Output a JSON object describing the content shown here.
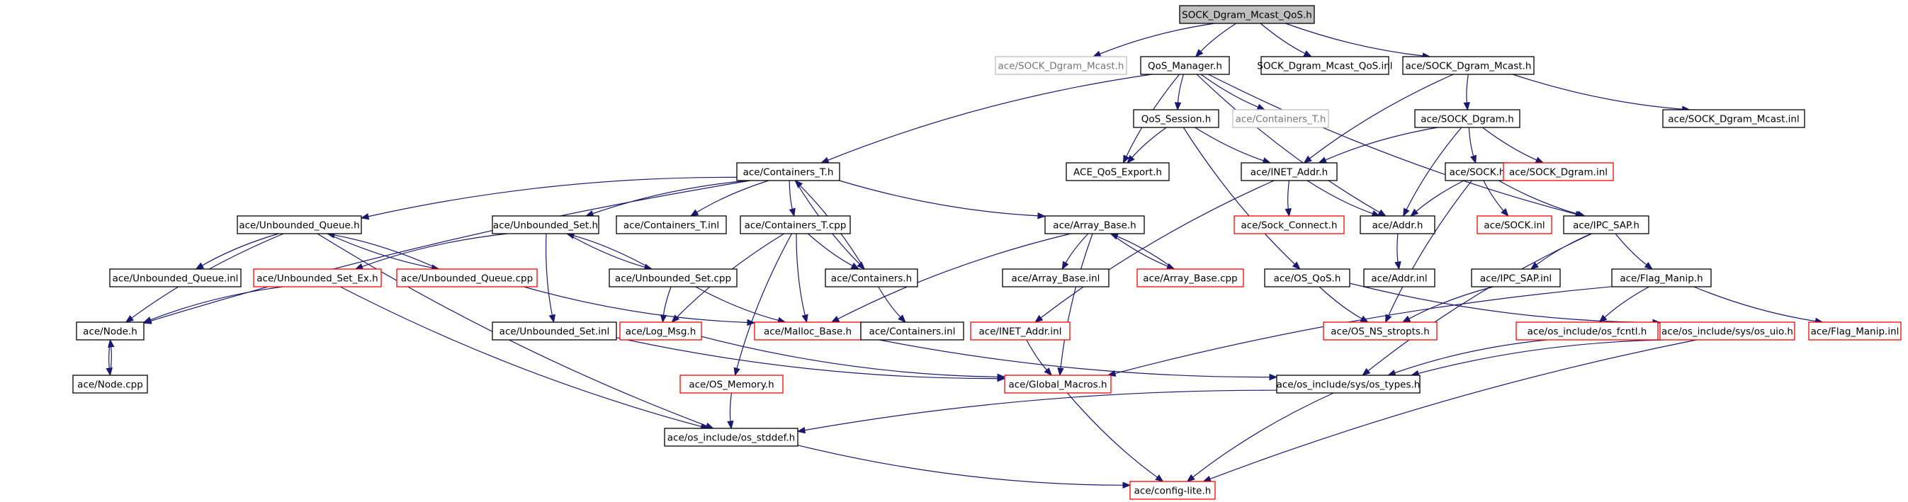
{
  "diagram": {
    "title": "",
    "colors": {
      "edge": "#191970",
      "normal_border": "#000000",
      "missing_border": "#c0c0c0",
      "truncated_border": "#ff0000",
      "root_fill": "#bfbfbf",
      "default_fill": "#ffffff"
    },
    "nodes": [
      {
        "id": "root",
        "label": "SOCK_Dgram_Mcast_QoS.h",
        "kind": "root"
      },
      {
        "id": "sdm_h_gray",
        "label": "ace/SOCK_Dgram_Mcast.h",
        "kind": "missing"
      },
      {
        "id": "qos_manager",
        "label": "QoS_Manager.h",
        "kind": "normal"
      },
      {
        "id": "sdmq_inl",
        "label": "SOCK_Dgram_Mcast_QoS.inl",
        "kind": "normal"
      },
      {
        "id": "sdm_h",
        "label": "ace/SOCK_Dgram_Mcast.h",
        "kind": "normal"
      },
      {
        "id": "qos_session",
        "label": "QoS_Session.h",
        "kind": "normal"
      },
      {
        "id": "containers_t_gray",
        "label": "ace/Containers_T.h",
        "kind": "missing"
      },
      {
        "id": "sock_dgram_h",
        "label": "ace/SOCK_Dgram.h",
        "kind": "normal"
      },
      {
        "id": "sdm_inl",
        "label": "ace/SOCK_Dgram_Mcast.inl",
        "kind": "normal"
      },
      {
        "id": "containers_t",
        "label": "ace/Containers_T.h",
        "kind": "normal"
      },
      {
        "id": "ace_qos_export",
        "label": "ACE_QoS_Export.h",
        "kind": "normal"
      },
      {
        "id": "inet_addr_h",
        "label": "ace/INET_Addr.h",
        "kind": "normal"
      },
      {
        "id": "sock_h",
        "label": "ace/SOCK.h",
        "kind": "normal"
      },
      {
        "id": "sock_dgram_inl",
        "label": "ace/SOCK_Dgram.inl",
        "kind": "truncated"
      },
      {
        "id": "ubq_h",
        "label": "ace/Unbounded_Queue.h",
        "kind": "normal"
      },
      {
        "id": "ubs_h",
        "label": "ace/Unbounded_Set.h",
        "kind": "normal"
      },
      {
        "id": "containers_t_inl",
        "label": "ace/Containers_T.inl",
        "kind": "normal"
      },
      {
        "id": "containers_t_cpp",
        "label": "ace/Containers_T.cpp",
        "kind": "normal"
      },
      {
        "id": "array_base_h",
        "label": "ace/Array_Base.h",
        "kind": "normal"
      },
      {
        "id": "sock_connect_h",
        "label": "ace/Sock_Connect.h",
        "kind": "truncated"
      },
      {
        "id": "addr_h",
        "label": "ace/Addr.h",
        "kind": "normal"
      },
      {
        "id": "sock_inl",
        "label": "ace/SOCK.inl",
        "kind": "truncated"
      },
      {
        "id": "ipc_sap_h",
        "label": "ace/IPC_SAP.h",
        "kind": "normal"
      },
      {
        "id": "ubq_inl",
        "label": "ace/Unbounded_Queue.inl",
        "kind": "normal"
      },
      {
        "id": "ubs_ex_h",
        "label": "ace/Unbounded_Set_Ex.h",
        "kind": "truncated"
      },
      {
        "id": "ubq_cpp",
        "label": "ace/Unbounded_Queue.cpp",
        "kind": "truncated"
      },
      {
        "id": "ubs_cpp",
        "label": "ace/Unbounded_Set.cpp",
        "kind": "normal"
      },
      {
        "id": "containers_h",
        "label": "ace/Containers.h",
        "kind": "normal"
      },
      {
        "id": "array_base_inl",
        "label": "ace/Array_Base.inl",
        "kind": "normal"
      },
      {
        "id": "array_base_cpp",
        "label": "ace/Array_Base.cpp",
        "kind": "truncated"
      },
      {
        "id": "addr_inl",
        "label": "ace/Addr.inl",
        "kind": "normal"
      },
      {
        "id": "os_qos_h",
        "label": "ace/OS_QoS.h",
        "kind": "normal"
      },
      {
        "id": "ipc_sap_inl",
        "label": "ace/IPC_SAP.inl",
        "kind": "normal"
      },
      {
        "id": "flag_manip_h",
        "label": "ace/Flag_Manip.h",
        "kind": "normal"
      },
      {
        "id": "node_h",
        "label": "ace/Node.h",
        "kind": "normal"
      },
      {
        "id": "ubs_inl",
        "label": "ace/Unbounded_Set.inl",
        "kind": "normal"
      },
      {
        "id": "log_msg_h",
        "label": "ace/Log_Msg.h",
        "kind": "truncated"
      },
      {
        "id": "malloc_base_h",
        "label": "ace/Malloc_Base.h",
        "kind": "truncated"
      },
      {
        "id": "containers_inl",
        "label": "ace/Containers.inl",
        "kind": "normal"
      },
      {
        "id": "inet_addr_inl",
        "label": "ace/INET_Addr.inl",
        "kind": "truncated"
      },
      {
        "id": "os_ns_stropts_h",
        "label": "ace/OS_NS_stropts.h",
        "kind": "truncated"
      },
      {
        "id": "os_fcntl_h",
        "label": "ace/os_include/os_fcntl.h",
        "kind": "truncated"
      },
      {
        "id": "os_uio_h",
        "label": "ace/os_include/sys/os_uio.h",
        "kind": "truncated"
      },
      {
        "id": "flag_manip_inl",
        "label": "ace/Flag_Manip.inl",
        "kind": "truncated"
      },
      {
        "id": "node_cpp",
        "label": "ace/Node.cpp",
        "kind": "normal"
      },
      {
        "id": "os_memory_h",
        "label": "ace/OS_Memory.h",
        "kind": "truncated"
      },
      {
        "id": "global_macros_h",
        "label": "ace/Global_Macros.h",
        "kind": "truncated"
      },
      {
        "id": "os_types_h",
        "label": "ace/os_include/sys/os_types.h",
        "kind": "normal"
      },
      {
        "id": "os_stddef_h",
        "label": "ace/os_include/os_stddef.h",
        "kind": "normal"
      },
      {
        "id": "config_lite_h",
        "label": "ace/config-lite.h",
        "kind": "truncated"
      }
    ],
    "edges": [
      [
        "root",
        "sdm_h_gray"
      ],
      [
        "root",
        "qos_manager"
      ],
      [
        "root",
        "sdmq_inl"
      ],
      [
        "root",
        "sdm_h"
      ],
      [
        "qos_manager",
        "containers_t"
      ],
      [
        "qos_manager",
        "ace_qos_export"
      ],
      [
        "qos_manager",
        "qos_session"
      ],
      [
        "qos_manager",
        "containers_t_gray"
      ],
      [
        "qos_manager",
        "addr_h"
      ],
      [
        "qos_manager",
        "ipc_sap_h"
      ],
      [
        "sdm_h",
        "inet_addr_h"
      ],
      [
        "sdm_h",
        "sock_dgram_h"
      ],
      [
        "sdm_h",
        "sdm_inl"
      ],
      [
        "qos_session",
        "ace_qos_export"
      ],
      [
        "qos_session",
        "inet_addr_h"
      ],
      [
        "qos_session",
        "os_qos_h"
      ],
      [
        "sock_dgram_h",
        "inet_addr_h"
      ],
      [
        "sock_dgram_h",
        "addr_h"
      ],
      [
        "sock_dgram_h",
        "sock_h"
      ],
      [
        "sock_dgram_h",
        "sock_dgram_inl"
      ],
      [
        "containers_t",
        "ubq_h"
      ],
      [
        "containers_t",
        "ubs_h"
      ],
      [
        "containers_t",
        "containers_t_inl"
      ],
      [
        "containers_t",
        "containers_t_cpp"
      ],
      [
        "containers_t",
        "array_base_h"
      ],
      [
        "containers_t",
        "containers_h"
      ],
      [
        "containers_t",
        "node_h"
      ],
      [
        "inet_addr_h",
        "sock_connect_h"
      ],
      [
        "inet_addr_h",
        "addr_h"
      ],
      [
        "inet_addr_h",
        "inet_addr_inl"
      ],
      [
        "sock_h",
        "addr_h"
      ],
      [
        "sock_h",
        "sock_inl"
      ],
      [
        "sock_h",
        "ipc_sap_h"
      ],
      [
        "sock_h",
        "os_ns_stropts_h"
      ],
      [
        "ubq_h",
        "ubq_inl"
      ],
      [
        "ubq_h",
        "ubq_cpp"
      ],
      [
        "ubq_h",
        "node_h"
      ],
      [
        "ubq_h",
        "os_stddef_h"
      ],
      [
        "ubs_h",
        "ubs_ex_h"
      ],
      [
        "ubs_h",
        "ubs_cpp"
      ],
      [
        "ubs_h",
        "ubs_inl"
      ],
      [
        "containers_t_cpp",
        "containers_h"
      ],
      [
        "containers_t_cpp",
        "log_msg_h"
      ],
      [
        "containers_t_cpp",
        "malloc_base_h"
      ],
      [
        "containers_t_cpp",
        "os_memory_h"
      ],
      [
        "array_base_h",
        "array_base_inl"
      ],
      [
        "array_base_h",
        "array_base_cpp"
      ],
      [
        "array_base_h",
        "malloc_base_h"
      ],
      [
        "array_base_h",
        "global_macros_h"
      ],
      [
        "addr_h",
        "addr_inl"
      ],
      [
        "ipc_sap_h",
        "ipc_sap_inl"
      ],
      [
        "ipc_sap_h",
        "flag_manip_h"
      ],
      [
        "ipc_sap_h",
        "os_types_h"
      ],
      [
        "ubq_cpp",
        "ubq_h"
      ],
      [
        "ubq_cpp",
        "malloc_base_h"
      ],
      [
        "ubs_ex_h",
        "node_h"
      ],
      [
        "ubs_ex_h",
        "os_stddef_h"
      ],
      [
        "ubs_cpp",
        "ubs_h"
      ],
      [
        "ubs_cpp",
        "log_msg_h"
      ],
      [
        "ubs_cpp",
        "malloc_base_h"
      ],
      [
        "containers_h",
        "containers_t"
      ],
      [
        "containers_h",
        "containers_inl"
      ],
      [
        "array_base_cpp",
        "array_base_h"
      ],
      [
        "os_qos_h",
        "os_ns_stropts_h"
      ],
      [
        "os_qos_h",
        "os_uio_h"
      ],
      [
        "ipc_sap_inl",
        "os_ns_stropts_h"
      ],
      [
        "flag_manip_h",
        "os_fcntl_h"
      ],
      [
        "flag_manip_h",
        "flag_manip_inl"
      ],
      [
        "flag_manip_h",
        "global_macros_h"
      ],
      [
        "node_h",
        "node_cpp"
      ],
      [
        "node_cpp",
        "node_h"
      ],
      [
        "ubs_inl",
        "global_macros_h"
      ],
      [
        "log_msg_h",
        "global_macros_h"
      ],
      [
        "malloc_base_h",
        "os_types_h"
      ],
      [
        "inet_addr_inl",
        "global_macros_h"
      ],
      [
        "os_fcntl_h",
        "os_types_h"
      ],
      [
        "os_uio_h",
        "os_types_h"
      ],
      [
        "os_uio_h",
        "config_lite_h"
      ],
      [
        "os_memory_h",
        "os_stddef_h"
      ],
      [
        "global_macros_h",
        "config_lite_h"
      ],
      [
        "os_types_h",
        "os_stddef_h"
      ],
      [
        "os_types_h",
        "config_lite_h"
      ],
      [
        "os_stddef_h",
        "config_lite_h"
      ]
    ]
  }
}
